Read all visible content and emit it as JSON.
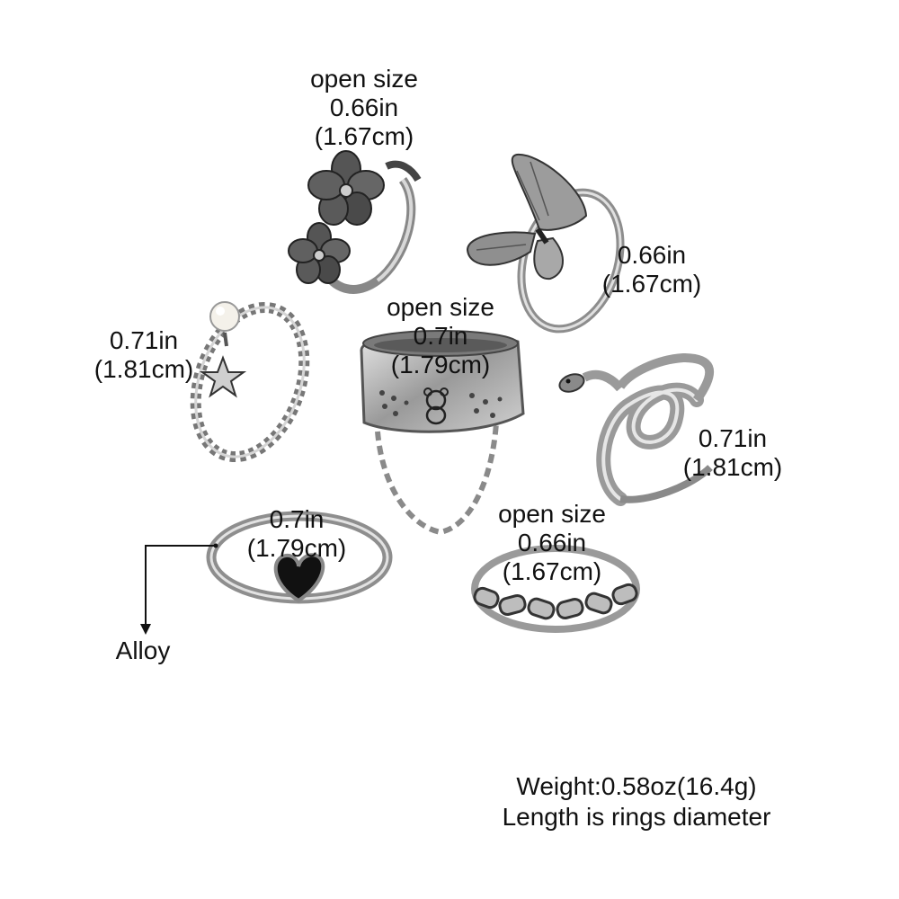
{
  "rings": [
    {
      "name": "flower-ring",
      "label": [
        "open size",
        "0.66in",
        "(1.67cm)"
      ]
    },
    {
      "name": "butterfly-ring",
      "label": [
        "0.66in",
        "(1.67cm)"
      ]
    },
    {
      "name": "pearl-star-ring",
      "label": [
        "0.71in",
        "(1.81cm)"
      ]
    },
    {
      "name": "bear-chain-ring",
      "label": [
        "open size",
        "0.7in",
        "(1.79cm)"
      ]
    },
    {
      "name": "snake-ring",
      "label": [
        "0.71in",
        "(1.81cm)"
      ]
    },
    {
      "name": "heart-ring",
      "label": [
        "0.7in",
        "(1.79cm)"
      ]
    },
    {
      "name": "link-chain-ring",
      "label": [
        "open size",
        "0.66in",
        "(1.67cm)"
      ]
    }
  ],
  "material": "Alloy",
  "footer": {
    "weight": "Weight:0.58oz(16.4g)",
    "note": "Length is rings diameter"
  },
  "colors": {
    "silver": "#b8b8b8",
    "dark": "#2a2a2a",
    "enamel": "#111111"
  }
}
